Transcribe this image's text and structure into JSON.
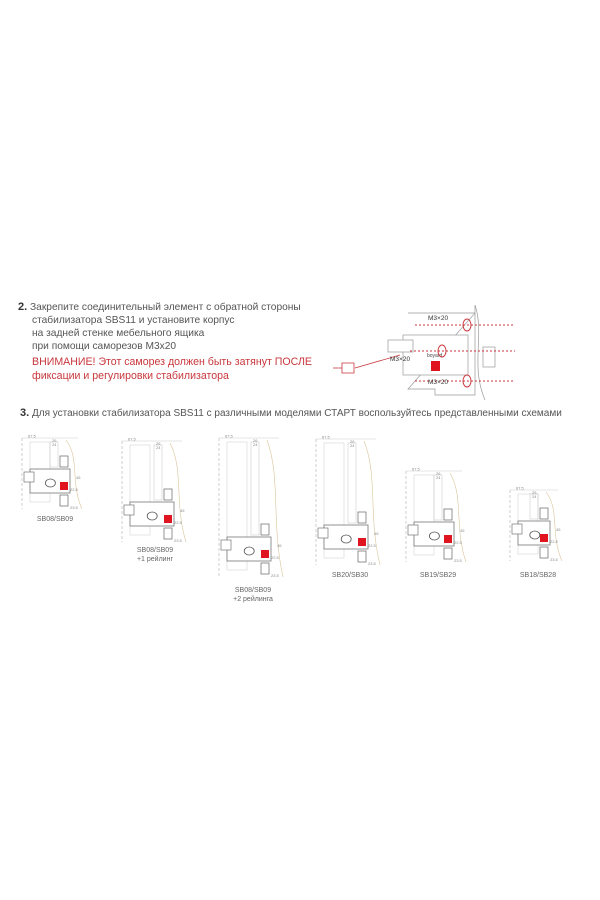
{
  "step2": {
    "number": "2.",
    "lines": [
      "Закрепите соединительный элемент с обратной стороны",
      "стабилизатора SBS11 и установите  корпус",
      "на задней стенке мебельного ящика",
      "при помощи саморезов М3х20"
    ],
    "warning": [
      "ВНИМАНИЕ! Этот саморез должен быть затянут ПОСЛЕ",
      "фиксации и регулировки стабилизатора"
    ],
    "screw_labels": [
      "M3×20",
      "M3×20",
      "M3×20"
    ],
    "brand_label": "boyard"
  },
  "step3": {
    "number": "3.",
    "text": "Для установки стабилизатора SBS11 с различными моделями СТАРТ воспользуйтесь представленными схемами"
  },
  "dimensions": {
    "width": "67.5",
    "d1": "26",
    "d2": "24",
    "h": "45",
    "h2": "22.5",
    "h3": "23.5",
    "h4": "31"
  },
  "schemes": [
    {
      "label": [
        "SB08/SB09"
      ]
    },
    {
      "label": [
        "SB08/SB09",
        "+1 рейлинг"
      ]
    },
    {
      "label": [
        "SB08/SB09",
        "+2 рейлинга"
      ]
    },
    {
      "label": [
        "SB20/SB30"
      ]
    },
    {
      "label": [
        "SB19/SB29"
      ]
    },
    {
      "label": [
        "SB18/SB28"
      ]
    }
  ],
  "colors": {
    "accent": "#c8373c",
    "red_block": "#e0141e",
    "line": "#999999",
    "dim": "#d9c49a"
  }
}
